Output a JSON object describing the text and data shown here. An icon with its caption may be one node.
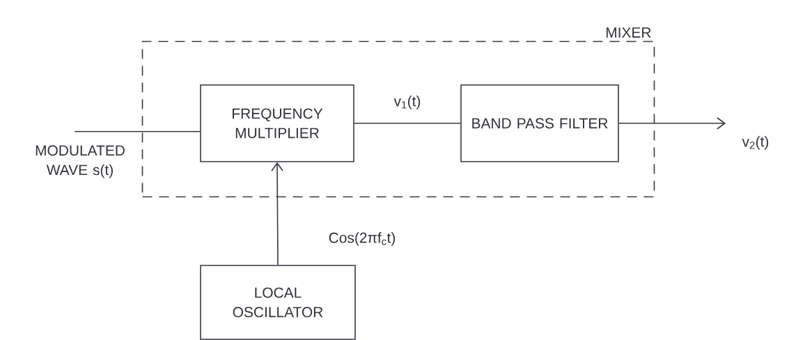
{
  "diagram": {
    "nodes": [
      {
        "text": [
          "MIXER"
        ]
      },
      {
        "text": [
          "FREQUENCY MULTIPLIER"
        ],
        "in": 0
      },
      {
        "text": [
          "BAND PASS FILTER"
        ],
        "in": 0
      },
      {
        "text": [
          "MODULATED WAVE s(t)"
        ]
      },
      {
        "text": [
          "v$_{2}$(t)"
        ]
      },
      {
        "text": [
          "LOCAL OSCILLATOR"
        ]
      }
    ],
    "edges": [
      {
        "from": 3,
        "to": 1,
        "arrow": "none"
      },
      {
        "from": 1,
        "to": 2,
        "arrow": "none",
        "label": "v$_{1}$(t)"
      },
      {
        "from": 2,
        "to": 4,
        "arrow": "to"
      },
      {
        "from": 5,
        "to": 1,
        "arrow": "to",
        "label": "Cos(2πf$_{c}$t)"
      }
    ]
  }
}
